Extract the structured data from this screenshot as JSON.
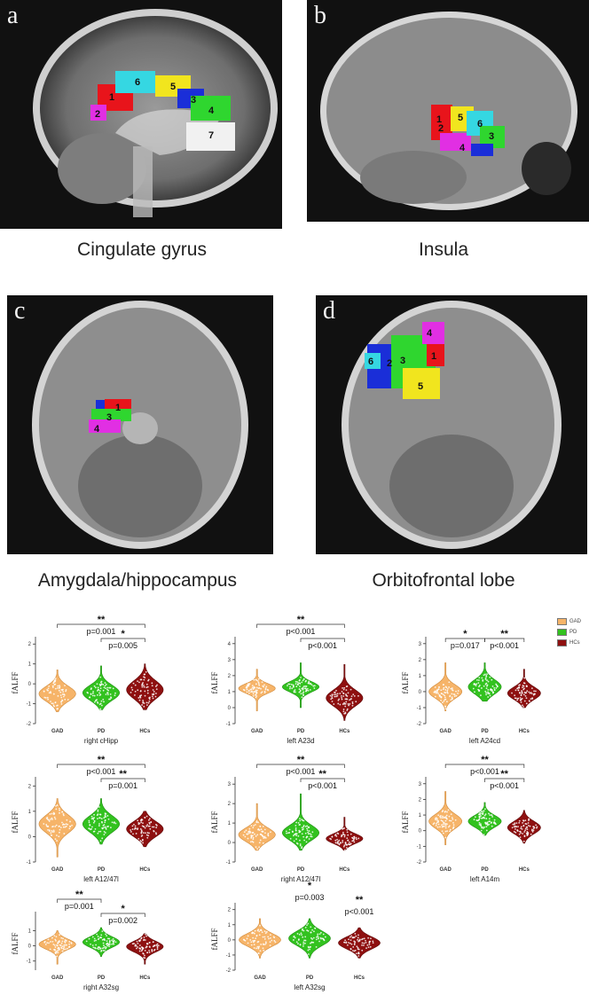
{
  "panels": [
    {
      "letter": "a",
      "caption": "Cingulate gyrus",
      "view": "sagittal",
      "regions": [
        "1",
        "2",
        "3",
        "4",
        "5",
        "6",
        "7"
      ]
    },
    {
      "letter": "b",
      "caption": "Insula",
      "view": "lateral",
      "regions": [
        "1",
        "2",
        "3",
        "4",
        "5",
        "6"
      ]
    },
    {
      "letter": "c",
      "caption": "Amygdala/hippocampus",
      "view": "axial",
      "regions": [
        "1",
        "2",
        "3",
        "4"
      ]
    },
    {
      "letter": "d",
      "caption": "Orbitofrontal lobe",
      "view": "axial",
      "regions": [
        "1",
        "2",
        "3",
        "4",
        "5",
        "6"
      ]
    }
  ],
  "region_colors": {
    "1": "#e8141b",
    "2": "#1a2ed8",
    "3": "#2fd62f",
    "4": "#e12fe3",
    "5": "#f1e51e",
    "6": "#35d7e2",
    "7": "#f1f1f1"
  },
  "legend": [
    {
      "label": "GAD",
      "color": "#f6b469"
    },
    {
      "label": "PD",
      "color": "#32c21f"
    },
    {
      "label": "HCs",
      "color": "#8e1010"
    }
  ],
  "chart_data": [
    {
      "type": "violin",
      "xlabel": "right cHipp",
      "ylabel": "fALFF",
      "categories": [
        "GAD",
        "PD",
        "HCs"
      ],
      "yticks": [
        -2,
        -1,
        0,
        1,
        2
      ],
      "ylim": [
        -2,
        2.1
      ],
      "series": [
        {
          "name": "GAD",
          "median": -0.5,
          "spread": 0.38,
          "min": -1.4,
          "max": 0.7
        },
        {
          "name": "PD",
          "median": -0.45,
          "spread": 0.38,
          "min": -1.3,
          "max": 0.9
        },
        {
          "name": "HCs",
          "median": -0.3,
          "spread": 0.45,
          "min": -1.3,
          "max": 1.0
        }
      ],
      "annotations": [
        {
          "from": 0,
          "to": 2,
          "level": 1,
          "p": "p=0.001",
          "stars": "**"
        },
        {
          "from": 1,
          "to": 2,
          "level": 0,
          "p": "p=0.005",
          "stars": "*"
        }
      ]
    },
    {
      "type": "violin",
      "xlabel": "left A23d",
      "ylabel": "fALFF",
      "categories": [
        "GAD",
        "PD",
        "HCs"
      ],
      "yticks": [
        -1,
        0,
        1,
        2,
        3,
        4
      ],
      "ylim": [
        -1,
        4.1
      ],
      "series": [
        {
          "name": "GAD",
          "median": 1.2,
          "spread": 0.3,
          "min": -0.2,
          "max": 2.4
        },
        {
          "name": "PD",
          "median": 1.3,
          "spread": 0.32,
          "min": 0.0,
          "max": 2.8
        },
        {
          "name": "HCs",
          "median": 0.6,
          "spread": 0.5,
          "min": -0.8,
          "max": 2.7
        }
      ],
      "annotations": [
        {
          "from": 0,
          "to": 2,
          "level": 1,
          "p": "p<0.001",
          "stars": "**"
        },
        {
          "from": 1,
          "to": 2,
          "level": 0,
          "p": "p<0.001",
          "stars": ""
        }
      ]
    },
    {
      "type": "violin",
      "xlabel": "left A24cd",
      "ylabel": "fALFF",
      "categories": [
        "GAD",
        "PD",
        "HCs"
      ],
      "yticks": [
        -2,
        -1,
        0,
        1,
        2,
        3
      ],
      "ylim": [
        -2,
        3.1
      ],
      "series": [
        {
          "name": "GAD",
          "median": 0.0,
          "spread": 0.42,
          "min": -1.2,
          "max": 1.8
        },
        {
          "name": "PD",
          "median": 0.3,
          "spread": 0.45,
          "min": -0.6,
          "max": 1.8
        },
        {
          "name": "HCs",
          "median": -0.1,
          "spread": 0.4,
          "min": -1.0,
          "max": 1.4
        }
      ],
      "annotations": [
        {
          "from": 0,
          "to": 1,
          "level": 0,
          "p": "p=0.017",
          "stars": "*"
        },
        {
          "from": 1,
          "to": 2,
          "level": 0,
          "p": "p<0.001",
          "stars": "**"
        }
      ]
    },
    {
      "type": "violin",
      "xlabel": "left A12/47l",
      "ylabel": "fALFF",
      "categories": [
        "GAD",
        "PD",
        "HCs"
      ],
      "yticks": [
        -1,
        0,
        1,
        2
      ],
      "ylim": [
        -1,
        2.15
      ],
      "series": [
        {
          "name": "GAD",
          "median": 0.5,
          "spread": 0.35,
          "min": -0.8,
          "max": 1.5
        },
        {
          "name": "PD",
          "median": 0.5,
          "spread": 0.33,
          "min": -0.3,
          "max": 1.5
        },
        {
          "name": "HCs",
          "median": 0.3,
          "spread": 0.3,
          "min": -0.4,
          "max": 1.0
        }
      ],
      "annotations": [
        {
          "from": 0,
          "to": 2,
          "level": 1,
          "p": "p<0.001",
          "stars": "**"
        },
        {
          "from": 1,
          "to": 2,
          "level": 0,
          "p": "p=0.001",
          "stars": "**"
        }
      ]
    },
    {
      "type": "violin",
      "xlabel": "right A12/47l",
      "ylabel": "fALFF",
      "categories": [
        "GAD",
        "PD",
        "HCs"
      ],
      "yticks": [
        -1,
        0,
        1,
        2,
        3
      ],
      "ylim": [
        -1,
        3.1
      ],
      "series": [
        {
          "name": "GAD",
          "median": 0.4,
          "spread": 0.35,
          "min": -0.4,
          "max": 2.0
        },
        {
          "name": "PD",
          "median": 0.5,
          "spread": 0.38,
          "min": -0.4,
          "max": 2.5
        },
        {
          "name": "HCs",
          "median": 0.2,
          "spread": 0.25,
          "min": -0.4,
          "max": 1.3
        }
      ],
      "annotations": [
        {
          "from": 0,
          "to": 2,
          "level": 1,
          "p": "p<0.001",
          "stars": "**"
        },
        {
          "from": 1,
          "to": 2,
          "level": 0,
          "p": "p<0.001",
          "stars": "**"
        }
      ]
    },
    {
      "type": "violin",
      "xlabel": "left A14m",
      "ylabel": "fALFF",
      "categories": [
        "GAD",
        "PD",
        "HCs"
      ],
      "yticks": [
        -2,
        -1,
        0,
        1,
        2,
        3
      ],
      "ylim": [
        -2,
        3.1
      ],
      "series": [
        {
          "name": "GAD",
          "median": 0.6,
          "spread": 0.45,
          "min": -0.9,
          "max": 2.5
        },
        {
          "name": "PD",
          "median": 0.6,
          "spread": 0.38,
          "min": -0.3,
          "max": 1.8
        },
        {
          "name": "HCs",
          "median": 0.2,
          "spread": 0.4,
          "min": -0.8,
          "max": 1.3
        }
      ],
      "annotations": [
        {
          "from": 0,
          "to": 2,
          "level": 1,
          "p": "p<0.001",
          "stars": "**"
        },
        {
          "from": 1,
          "to": 2,
          "level": 0,
          "p": "p<0.001",
          "stars": "**"
        }
      ]
    },
    {
      "type": "violin",
      "xlabel": "right A32sg",
      "ylabel": "fALFF",
      "categories": [
        "GAD",
        "PD",
        "HCs"
      ],
      "yticks": [
        -1,
        0,
        1
      ],
      "ylim": [
        -1.6,
        1.9
      ],
      "series": [
        {
          "name": "GAD",
          "median": 0.1,
          "spread": 0.33,
          "min": -1.2,
          "max": 1.0
        },
        {
          "name": "PD",
          "median": 0.25,
          "spread": 0.35,
          "min": -0.7,
          "max": 1.2
        },
        {
          "name": "HCs",
          "median": -0.05,
          "spread": 0.35,
          "min": -1.2,
          "max": 0.8
        }
      ],
      "annotations": [
        {
          "from": 0,
          "to": 1,
          "level": 1,
          "p": "p=0.001",
          "stars": "**"
        },
        {
          "from": 1,
          "to": 2,
          "level": 0,
          "p": "p=0.002",
          "stars": "*"
        }
      ]
    },
    {
      "type": "violin",
      "xlabel": "left A32sg",
      "ylabel": "fALFF",
      "categories": [
        "GAD",
        "PD",
        "HCs"
      ],
      "yticks": [
        -2,
        -1,
        0,
        1,
        2
      ],
      "ylim": [
        -2,
        2.1
      ],
      "series": [
        {
          "name": "GAD",
          "median": 0.0,
          "spread": 0.42,
          "min": -1.2,
          "max": 1.4
        },
        {
          "name": "PD",
          "median": 0.1,
          "spread": 0.48,
          "min": -1.2,
          "max": 1.4
        },
        {
          "name": "HCs",
          "median": -0.2,
          "spread": 0.4,
          "min": -1.2,
          "max": 0.8
        }
      ],
      "annotations": [
        {
          "from": 0,
          "to": 1,
          "level": 1,
          "p": "p=0.003",
          "stars": "*",
          "nobracket": true
        },
        {
          "from": 1,
          "to": 2,
          "level": 0,
          "p": "p<0.001",
          "stars": "**",
          "nobracket": true
        }
      ]
    }
  ]
}
